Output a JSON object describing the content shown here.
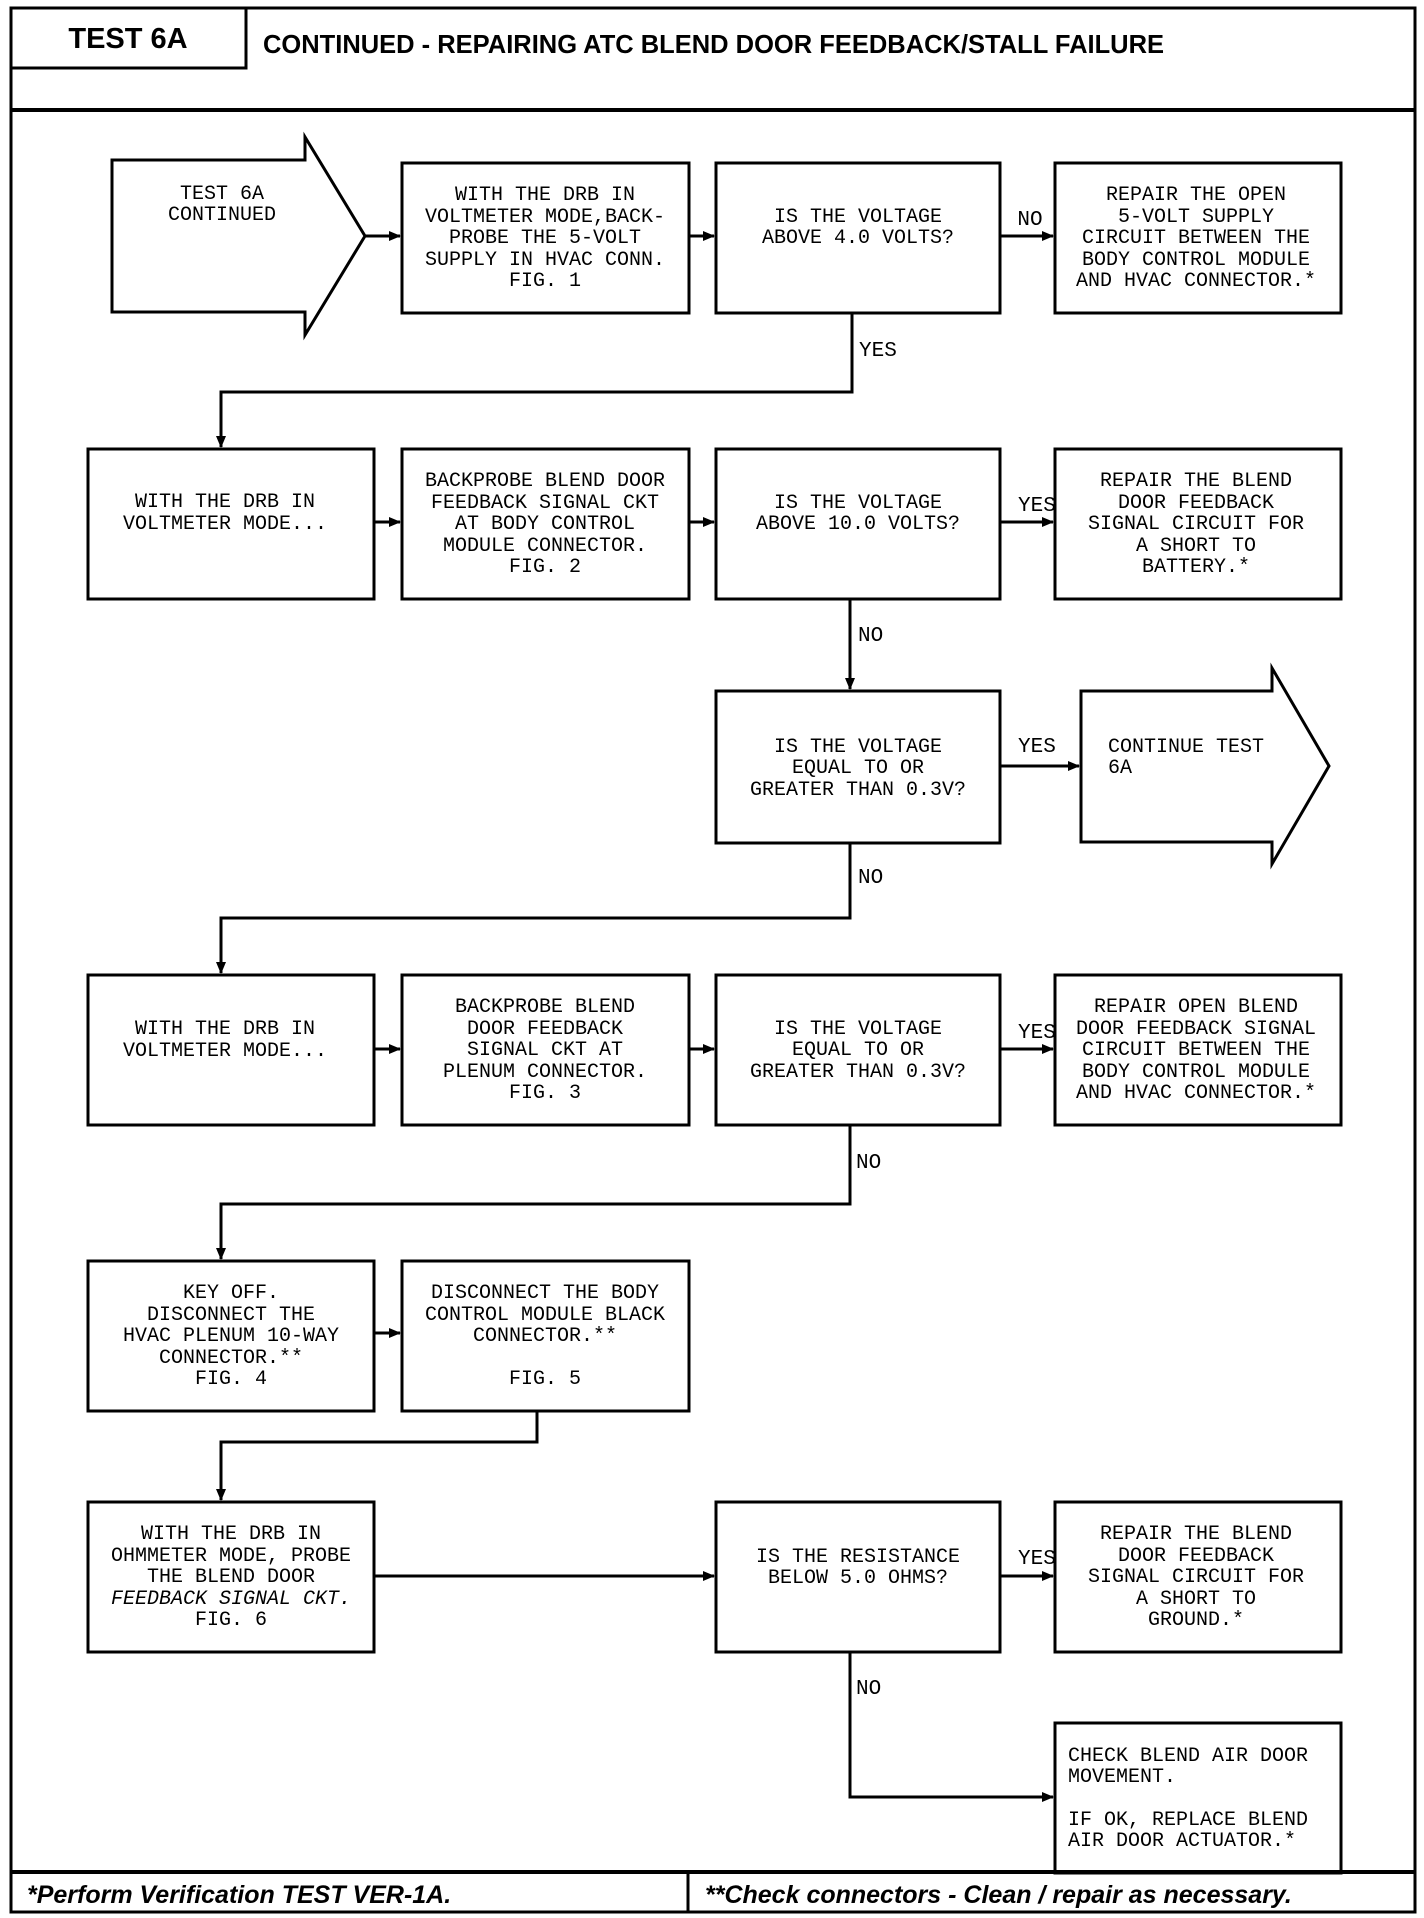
{
  "header": {
    "test_id": "TEST 6A",
    "title": "CONTINUED - REPAIRING ATC BLEND DOOR FEEDBACK/STALL FAILURE"
  },
  "footer": {
    "left": "*Perform Verification TEST VER-1A.",
    "right": "**Check connectors - Clean / repair as necessary."
  },
  "nodes": {
    "start": [
      "TEST 6A",
      "CONTINUED"
    ],
    "step1": [
      "WITH THE DRB IN",
      "VOLTMETER MODE,BACK-",
      "PROBE THE 5-VOLT",
      "SUPPLY IN HVAC CONN.",
      "FIG. 1"
    ],
    "q1": [
      "IS THE VOLTAGE",
      "ABOVE 4.0 VOLTS?"
    ],
    "r1": [
      "REPAIR THE OPEN",
      "5-VOLT SUPPLY",
      "CIRCUIT BETWEEN THE",
      "BODY CONTROL MODULE",
      "AND HVAC CONNECTOR.*"
    ],
    "step2": [
      "WITH THE DRB IN",
      "VOLTMETER MODE..."
    ],
    "step3": [
      "BACKPROBE BLEND DOOR",
      "FEEDBACK SIGNAL CKT",
      "AT BODY CONTROL",
      "MODULE CONNECTOR.",
      "FIG. 2"
    ],
    "q2": [
      "IS THE VOLTAGE",
      "ABOVE 10.0 VOLTS?"
    ],
    "r2": [
      "REPAIR THE BLEND",
      "DOOR FEEDBACK",
      "SIGNAL CIRCUIT FOR",
      "A SHORT TO",
      "BATTERY.*"
    ],
    "q3": [
      "IS THE VOLTAGE",
      "EQUAL TO OR",
      "GREATER THAN 0.3V?"
    ],
    "cont": [
      "CONTINUE TEST",
      "6A"
    ],
    "step4": [
      "WITH THE DRB IN",
      "VOLTMETER MODE..."
    ],
    "step5": [
      "BACKPROBE BLEND",
      "DOOR FEEDBACK",
      "SIGNAL CKT AT",
      "PLENUM CONNECTOR.",
      "FIG. 3"
    ],
    "q4": [
      "IS THE VOLTAGE",
      "EQUAL TO OR",
      "GREATER THAN 0.3V?"
    ],
    "r4": [
      "REPAIR OPEN BLEND",
      "DOOR FEEDBACK SIGNAL",
      "CIRCUIT BETWEEN THE",
      "BODY CONTROL MODULE",
      "AND HVAC CONNECTOR.*"
    ],
    "step6": [
      "KEY OFF.",
      "DISCONNECT THE",
      "HVAC PLENUM 10-WAY",
      "CONNECTOR.**",
      "FIG. 4"
    ],
    "step7": [
      "DISCONNECT THE BODY",
      "CONTROL MODULE BLACK",
      "CONNECTOR.**",
      "",
      "FIG. 5"
    ],
    "step8": [
      "WITH THE DRB IN",
      "OHMMETER MODE, PROBE",
      "THE BLEND DOOR",
      "FEEDBACK SIGNAL CKT.",
      "FIG. 6"
    ],
    "q5": [
      "IS THE RESISTANCE",
      "BELOW 5.0 OHMS?"
    ],
    "r5": [
      "REPAIR THE BLEND",
      "DOOR FEEDBACK",
      "SIGNAL CIRCUIT FOR",
      "A SHORT TO",
      "GROUND.*"
    ],
    "r6": [
      "CHECK BLEND AIR DOOR",
      "MOVEMENT.",
      "",
      "IF OK, REPLACE BLEND",
      "AIR DOOR ACTUATOR.*"
    ]
  },
  "labels": {
    "no": "NO",
    "yes": "YES"
  }
}
